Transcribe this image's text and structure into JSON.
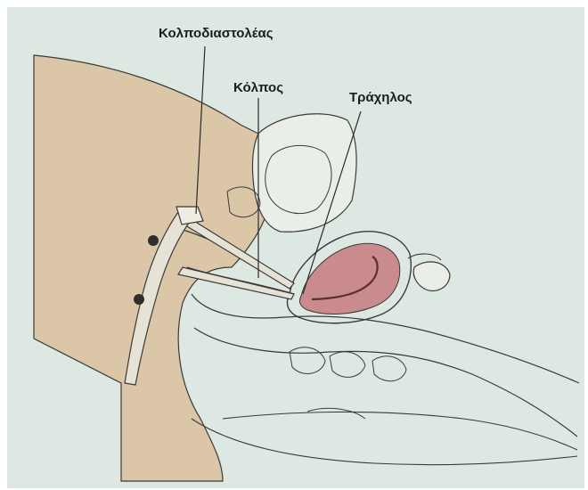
{
  "labels": {
    "speculum": "Κολποδιαστολέας",
    "vagina": "Κόλπος",
    "cervix": "Τράχηλος"
  },
  "colors": {
    "background": "#dde8e2",
    "skin": "#dcc6a8",
    "uterus": "#c98b8d",
    "outline": "#3a3a3a",
    "text": "#1c1c1c"
  }
}
